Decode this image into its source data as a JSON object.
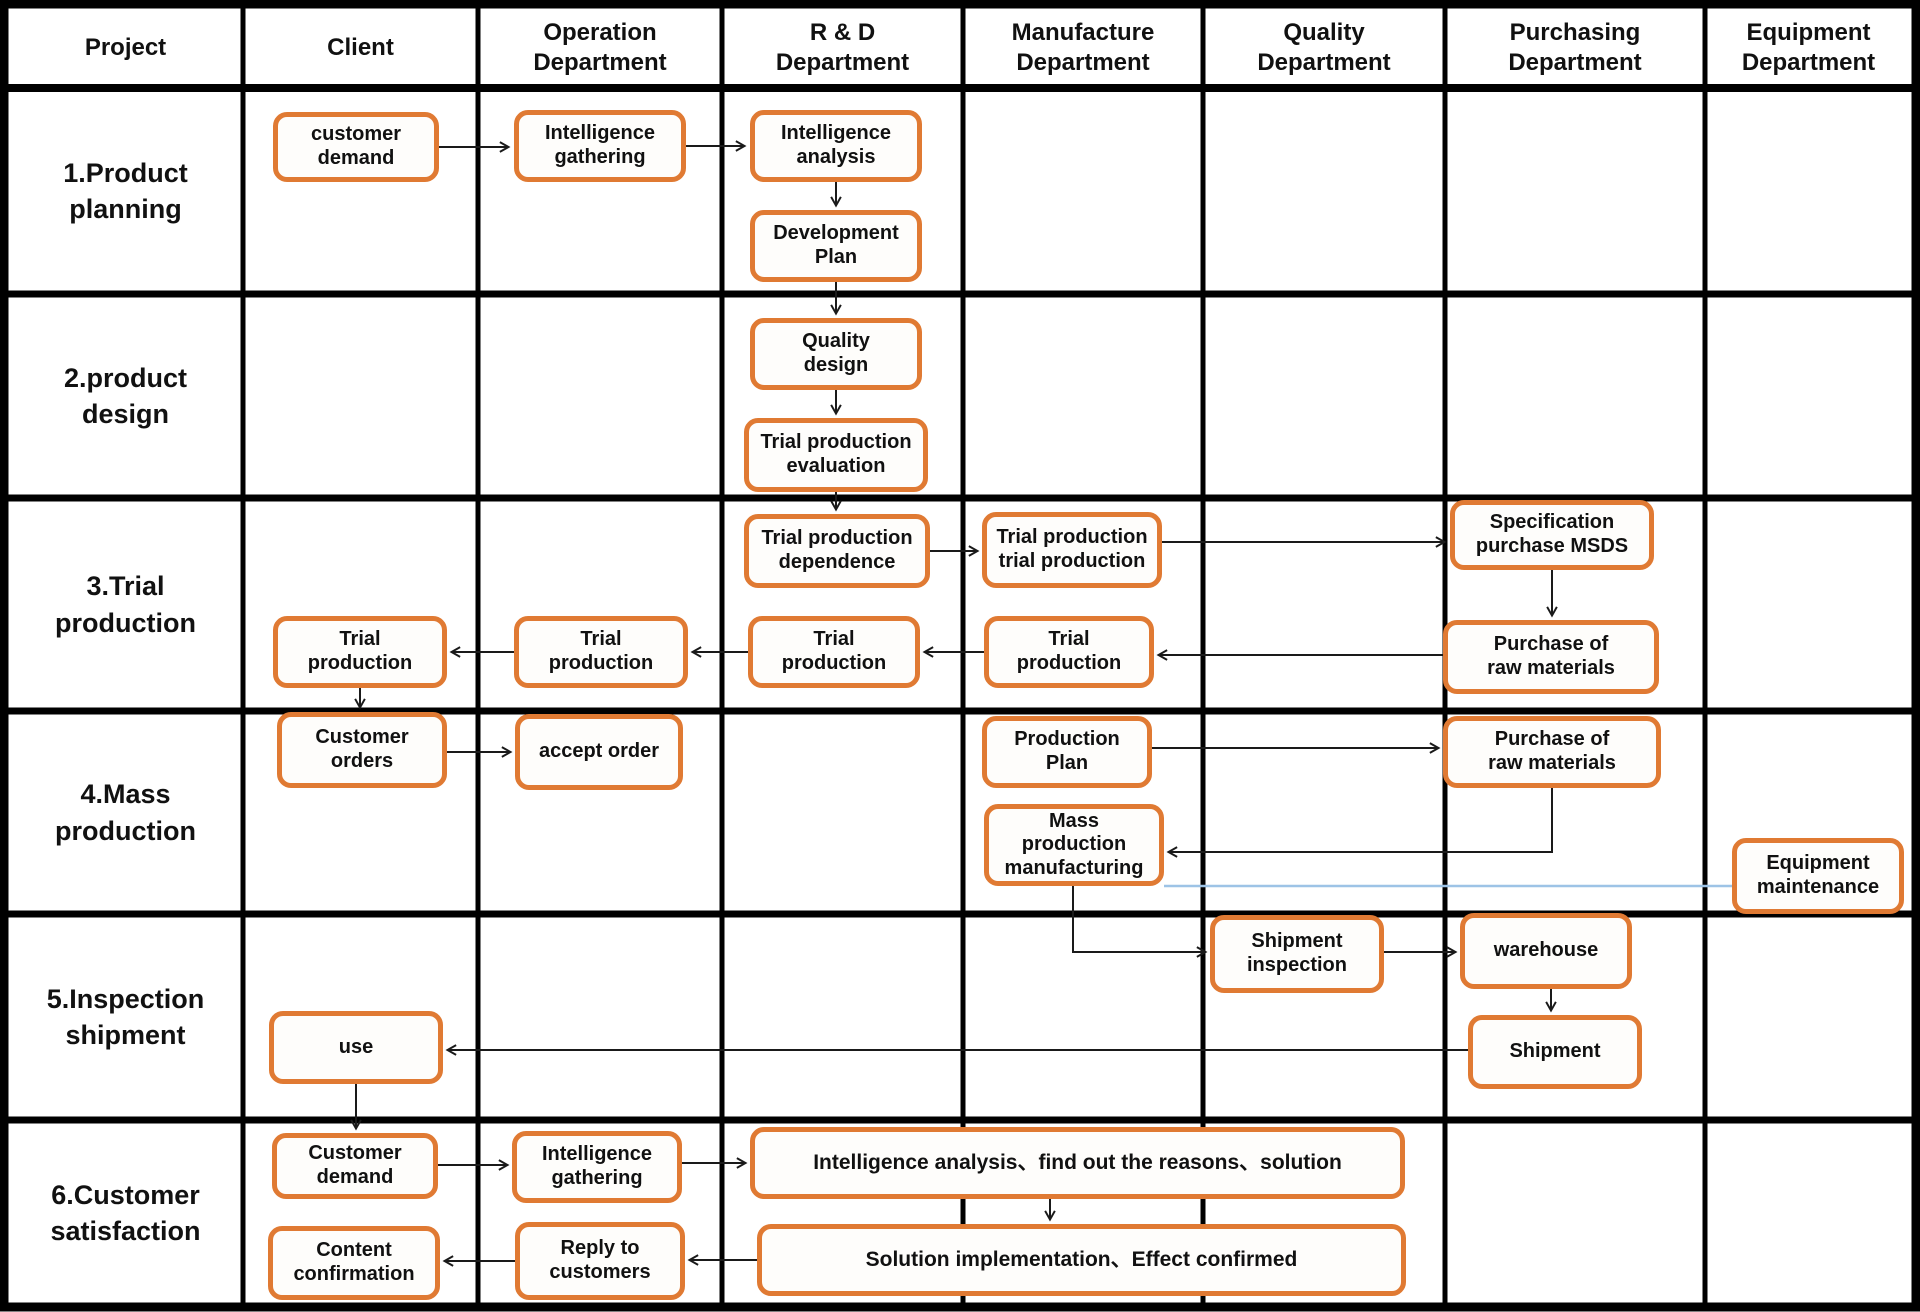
{
  "header": {
    "columns": [
      "Project",
      "Client",
      "Operation\nDepartment",
      "R & D\nDepartment",
      "Manufacture\nDepartment",
      "Quality\nDepartment",
      "Purchasing\nDepartment",
      "Equipment\nDepartment"
    ]
  },
  "rows": [
    "1.Product\nplanning",
    "2.product\ndesign",
    "3.Trial\nproduction",
    "4.Mass\nproduction",
    "5.Inspection\nshipment",
    "6.Customer\nsatisfaction"
  ],
  "nodes": {
    "customer_demand": "customer\ndemand",
    "intelligence_gathering": "Intelligence\ngathering",
    "intelligence_analysis": "Intelligence\nanalysis",
    "development_plan": "Development\nPlan",
    "quality_design": "Quality\ndesign",
    "trial_evaluation": "Trial production\nevaluation",
    "trial_dependence": "Trial production\ndependence",
    "trial_trial": "Trial production\ntrial production",
    "spec_msds": "Specification\npurchase MSDS",
    "purchase_raw_1": "Purchase of\nraw materials",
    "trial_mfg": "Trial\nproduction",
    "trial_rd": "Trial\nproduction",
    "trial_op": "Trial\nproduction",
    "trial_client": "Trial\nproduction",
    "customer_orders": "Customer\norders",
    "accept_order": "accept order",
    "production_plan": "Production\nPlan",
    "purchase_raw_2": "Purchase of\nraw materials",
    "mass_production": "Mass production\nmanufacturing",
    "equipment_maintenance": "Equipment\nmaintenance",
    "shipment_inspection": "Shipment\ninspection",
    "warehouse": "warehouse",
    "shipment": "Shipment",
    "use": "use",
    "customer_demand_2": "Customer\ndemand",
    "intelligence_gathering_2": "Intelligence\ngathering",
    "intelligence_analysis_wide": "Intelligence analysis、find out the reasons、solution",
    "solution_wide": "Solution implementation、Effect confirmed",
    "reply_customers": "Reply to\ncustomers",
    "content_confirmation": "Content\nconfirmation"
  },
  "colors": {
    "box_border": "#e07a33",
    "grid": "#000000",
    "connector": "#1a1a1a",
    "equipment_link": "#9dc3e6",
    "box_fill": "#fefdfb"
  }
}
